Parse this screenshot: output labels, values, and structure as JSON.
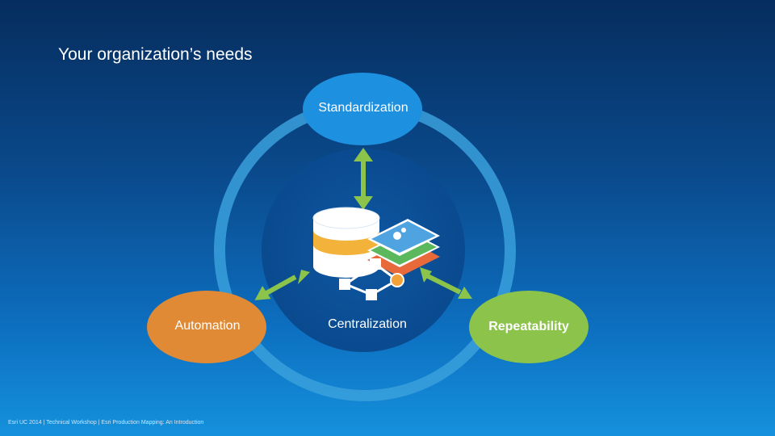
{
  "slide": {
    "title": "Your organization’s needs",
    "footer": "Esri UC 2014 | Technical Workshop | Esri Production Mapping: An Introduction"
  },
  "diagram": {
    "nodes": [
      {
        "id": "standardization",
        "label": "Standardization",
        "color": "#1e90e0"
      },
      {
        "id": "automation",
        "label": "Automation",
        "color": "#e08a36"
      },
      {
        "id": "centralization",
        "label": "Centralization",
        "color": "#0d4a8c"
      },
      {
        "id": "repeatability",
        "label": "Repeatability",
        "color": "#8cc34a"
      }
    ],
    "ring_color": "#3aa3e0",
    "arrow_color": "#8cc34a",
    "icons": [
      "database-icon",
      "map-layers-icon",
      "network-icon"
    ]
  }
}
